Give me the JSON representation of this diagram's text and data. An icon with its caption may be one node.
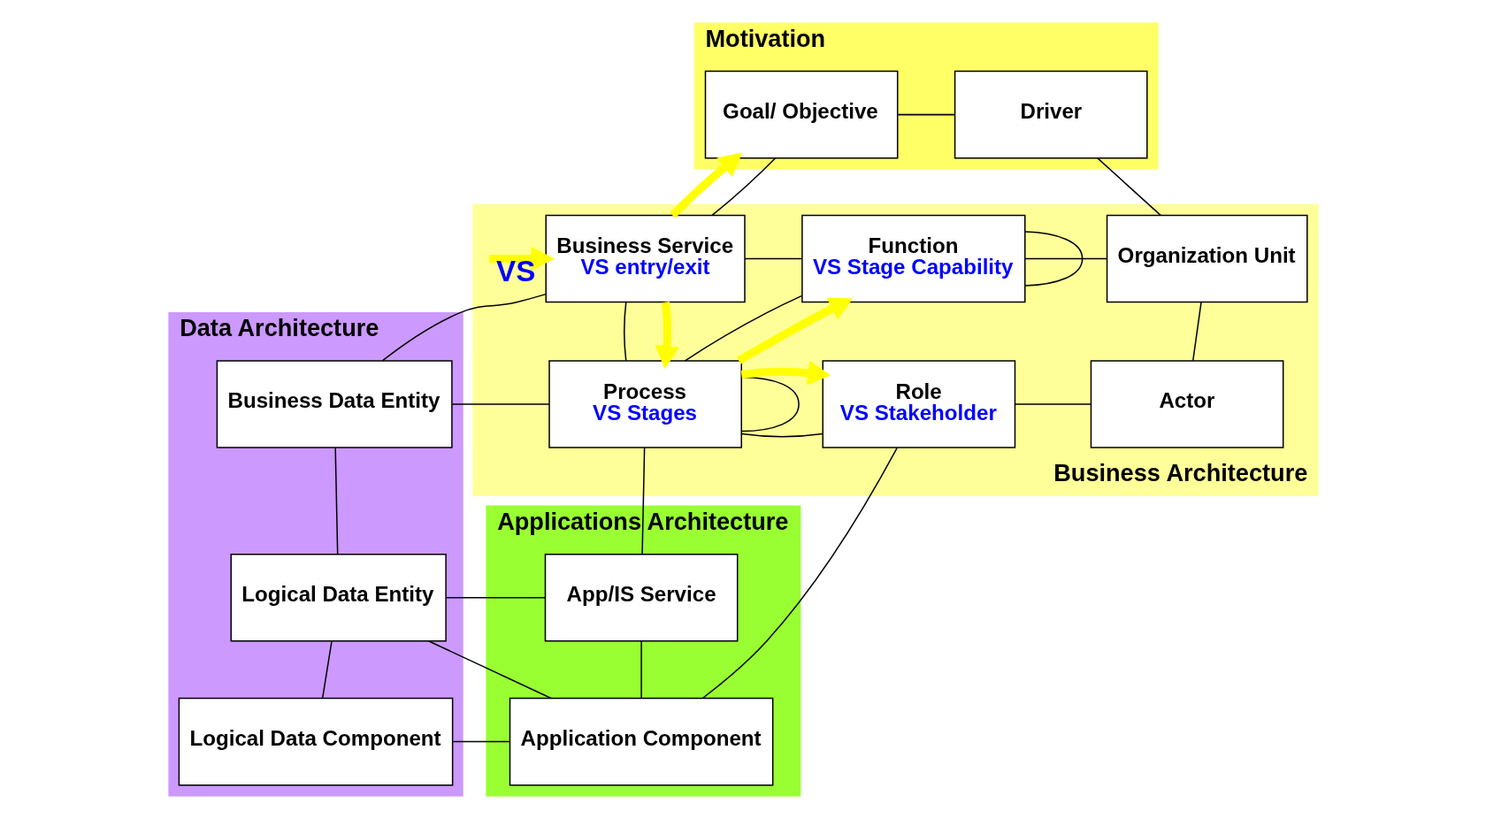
{
  "diagram": {
    "nodes": [
      {
        "text": [
          "Motivation"
        ]
      },
      {
        "text": [
          "Goal/ Objective"
        ],
        "in": 0
      },
      {
        "text": [
          "Driver"
        ],
        "in": 0
      },
      {
        "text": [
          "Business Architecture"
        ]
      },
      {
        "text": [
          "Business Service",
          "VS entry/exit"
        ],
        "in": 3
      },
      {
        "text": [
          "Function",
          "VS Stage Capability"
        ],
        "in": 3
      },
      {
        "text": [
          "Organization Unit"
        ],
        "in": 3
      },
      {
        "text": [
          "Process",
          "VS Stages"
        ],
        "in": 3
      },
      {
        "text": [
          "Role",
          "VS Stakeholder"
        ],
        "in": 3
      },
      {
        "text": [
          "Actor"
        ],
        "in": 3
      },
      {
        "text": [
          "Data Architecture"
        ]
      },
      {
        "text": [
          "Business Data Entity"
        ],
        "in": 10
      },
      {
        "text": [
          "Logical Data Entity"
        ],
        "in": 10
      },
      {
        "text": [
          "Logical Data Component"
        ],
        "in": 10
      },
      {
        "text": [
          "Applications Architecture"
        ]
      },
      {
        "text": [
          "App/IS Service"
        ],
        "in": 14
      },
      {
        "text": [
          "Application Component"
        ],
        "in": 14
      }
    ],
    "edges": [
      {
        "from": null,
        "to": 4,
        "arrow": "to",
        "label": "VS",
        "style": "thick",
        "color": "#ffff00"
      },
      {
        "from": 1,
        "to": 2,
        "arrow": "none"
      },
      {
        "from": 1,
        "to": 4,
        "arrow": "none"
      },
      {
        "from": 4,
        "to": 1,
        "arrow": "to",
        "style": "thick",
        "color": "#ffff00"
      },
      {
        "from": 2,
        "to": 6,
        "arrow": "none"
      },
      {
        "from": 4,
        "to": 5,
        "arrow": "none"
      },
      {
        "from": 5,
        "to": 6,
        "arrow": "none"
      },
      {
        "from": 5,
        "to": 5,
        "arrow": "none"
      },
      {
        "from": 4,
        "to": 7,
        "arrow": "none"
      },
      {
        "from": 4,
        "to": 7,
        "arrow": "to",
        "style": "thick",
        "color": "#ffff00"
      },
      {
        "from": 11,
        "to": 4,
        "arrow": "none"
      },
      {
        "from": 7,
        "to": 5,
        "arrow": "none"
      },
      {
        "from": 7,
        "to": 5,
        "arrow": "to",
        "style": "thick",
        "color": "#ffff00"
      },
      {
        "from": 6,
        "to": 9,
        "arrow": "none"
      },
      {
        "from": 11,
        "to": 7,
        "arrow": "none"
      },
      {
        "from": 7,
        "to": 8,
        "arrow": "none"
      },
      {
        "from": 7,
        "to": 8,
        "arrow": "to",
        "style": "thick",
        "color": "#ffff00"
      },
      {
        "from": 8,
        "to": 9,
        "arrow": "none"
      },
      {
        "from": 7,
        "to": 7,
        "arrow": "none"
      },
      {
        "from": 11,
        "to": 12,
        "arrow": "none"
      },
      {
        "from": 7,
        "to": 15,
        "arrow": "none"
      },
      {
        "from": 8,
        "to": 16,
        "arrow": "none"
      },
      {
        "from": 12,
        "to": 15,
        "arrow": "none"
      },
      {
        "from": 12,
        "to": 16,
        "arrow": "none"
      },
      {
        "from": 15,
        "to": 16,
        "arrow": "none"
      },
      {
        "from": 12,
        "to": 13,
        "arrow": "none"
      },
      {
        "from": 13,
        "to": 16,
        "arrow": "none"
      }
    ]
  }
}
